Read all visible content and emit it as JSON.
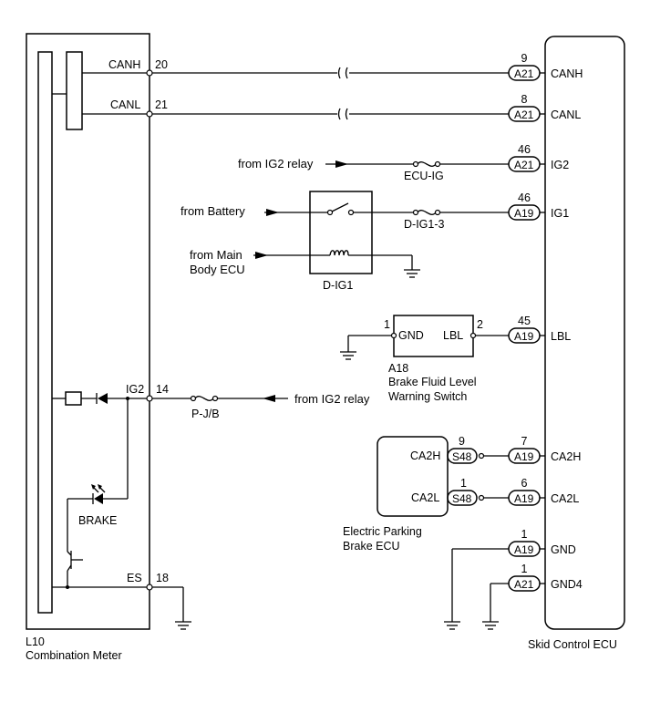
{
  "combination_meter": {
    "code": "L10",
    "name": "Combination Meter",
    "pins": {
      "canh": {
        "label": "CANH",
        "num": "20"
      },
      "canl": {
        "label": "CANL",
        "num": "21"
      },
      "ig2": {
        "label": "IG2",
        "num": "14"
      },
      "es": {
        "label": "ES",
        "num": "18"
      }
    },
    "brake_led_label": "BRAKE"
  },
  "skid_control_ecu": {
    "name": "Skid Control ECU",
    "terminals": [
      {
        "name": "CANH",
        "connector": "A21",
        "pin": "9"
      },
      {
        "name": "CANL",
        "connector": "A21",
        "pin": "8"
      },
      {
        "name": "IG2",
        "connector": "A21",
        "pin": "46"
      },
      {
        "name": "IG1",
        "connector": "A19",
        "pin": "46"
      },
      {
        "name": "LBL",
        "connector": "A19",
        "pin": "45"
      },
      {
        "name": "CA2H",
        "connector": "A19",
        "pin": "7"
      },
      {
        "name": "CA2L",
        "connector": "A19",
        "pin": "6"
      },
      {
        "name": "GND",
        "connector": "A19",
        "pin": "1"
      },
      {
        "name": "GND4",
        "connector": "A21",
        "pin": "1"
      }
    ]
  },
  "sources": {
    "ig2_relay_top": "from IG2 relay",
    "battery": "from Battery",
    "main_body_ecu_line1": "from Main",
    "main_body_ecu_line2": "Body ECU",
    "ig2_relay_bottom": "from IG2 relay"
  },
  "fuses": {
    "ecu_ig": "ECU-IG",
    "d_ig1_3": "D-IG1-3",
    "pjb": "P-J/B"
  },
  "relay": {
    "name": "D-IG1"
  },
  "brake_fluid_switch": {
    "code": "A18",
    "line1": "Brake Fluid Level",
    "line2": "Warning Switch",
    "pin_gnd_num": "1",
    "pin_gnd_label": "GND",
    "pin_lbl_num": "2",
    "pin_lbl_label": "LBL"
  },
  "epb_ecu": {
    "line1": "Electric Parking",
    "line2": "Brake ECU",
    "ca2h_label": "CA2H",
    "ca2l_label": "CA2L",
    "ca2h_connector": "S48",
    "ca2h_pin": "9",
    "ca2l_connector": "S48",
    "ca2l_pin": "1"
  }
}
